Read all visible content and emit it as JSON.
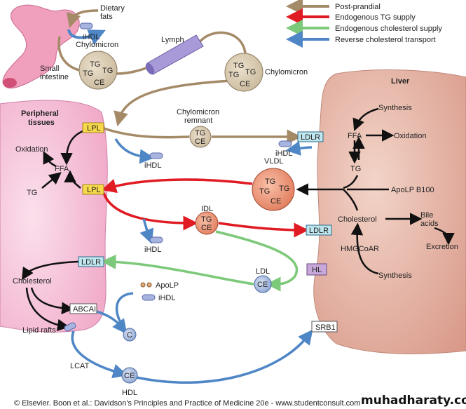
{
  "legend": [
    {
      "label": "Post-prandial",
      "color": "#a58a68"
    },
    {
      "label": "Endogenous TG supply",
      "color": "#e01b24"
    },
    {
      "label": "Endogenous cholesterol supply",
      "color": "#7dc97a"
    },
    {
      "label": "Reverse cholesterol transport",
      "color": "#4f86c6"
    }
  ],
  "regions": {
    "liver": "Liver",
    "peripheral": [
      "Peripheral",
      "tissues"
    ],
    "intestine": [
      "Small",
      "intestine"
    ]
  },
  "labels": {
    "dietary_fats": [
      "Dietary",
      "fats"
    ],
    "lymph": "Lymph",
    "chylomicron": "Chylomicron",
    "chylomicron_remnant": [
      "Chylomicron",
      "remnant"
    ],
    "vldl": "VLDL",
    "idl": "IDL",
    "ldl": "LDL",
    "hdl": "HDL",
    "ihdl": "iHDL",
    "oxidation": "Oxidation",
    "ffa": "FFA",
    "tg": "TG",
    "ce": "CE",
    "c": "C",
    "lpl": "LPL",
    "ldlr": "LDLR",
    "hl": "HL",
    "abcai": "ABCAI",
    "srb1": "SRB1",
    "cholesterol": "Cholesterol",
    "lipid_rafts": "Lipid rafts",
    "lcat": "LCAT",
    "apolp": "ApoLP",
    "liver_synthesis": "Synthesis",
    "liver_ffa": "FFA",
    "liver_oxidation": "Oxidation",
    "liver_tg": "TG",
    "apolp_b100": "ApoLP B100",
    "liver_cholesterol": "Cholesterol",
    "bile_acids": [
      "Bile",
      "acids"
    ],
    "excretion": "Excretion",
    "hmgcoar": "HMGCoAR"
  },
  "footer": "© Elsevier. Boon et al.: Davidson's Principles and Practice of Medicine 20e - www.studentconsult.com",
  "watermark": "muhadharaty.com"
}
